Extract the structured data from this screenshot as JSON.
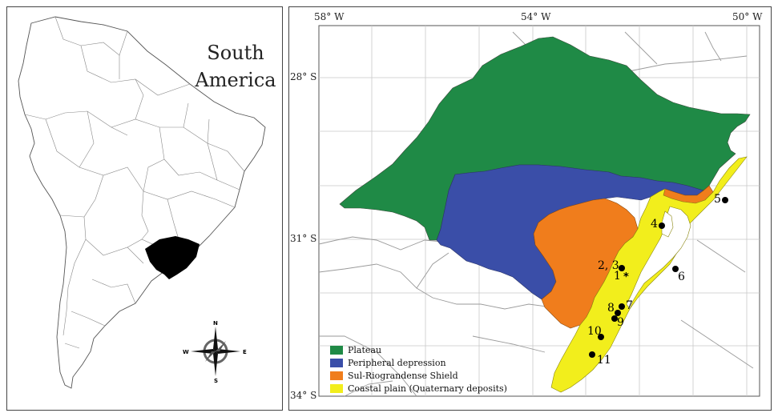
{
  "inset": {
    "title_line1": "South",
    "title_line2": "America",
    "compass": {
      "n": "N",
      "s": "S",
      "e": "E",
      "w": "W"
    }
  },
  "axes": {
    "longitude_labels": [
      "58° W",
      "54° W",
      "50° W"
    ],
    "latitude_labels": [
      "28° S",
      "31° S",
      "34° S"
    ]
  },
  "legend": [
    {
      "label": "Plateau",
      "color": "#1f8a46"
    },
    {
      "label": "Peripheral depression",
      "color": "#3a4ea8"
    },
    {
      "label": "Sul-Riograndense Shield",
      "color": "#f07d1c"
    },
    {
      "label": "Coastal plain (Quaternary deposits)",
      "color": "#f2ee1c"
    }
  ],
  "sites": [
    {
      "label": "1",
      "marker": "star"
    },
    {
      "label": "2, 3",
      "marker": "dot"
    },
    {
      "label": "4",
      "marker": "dot"
    },
    {
      "label": "5",
      "marker": "dot"
    },
    {
      "label": "6",
      "marker": "dot"
    },
    {
      "label": "7",
      "marker": "dot"
    },
    {
      "label": "8",
      "marker": "dot"
    },
    {
      "label": "9",
      "marker": "dot"
    },
    {
      "label": "10",
      "marker": "dot"
    },
    {
      "label": "11",
      "marker": "dot"
    }
  ]
}
